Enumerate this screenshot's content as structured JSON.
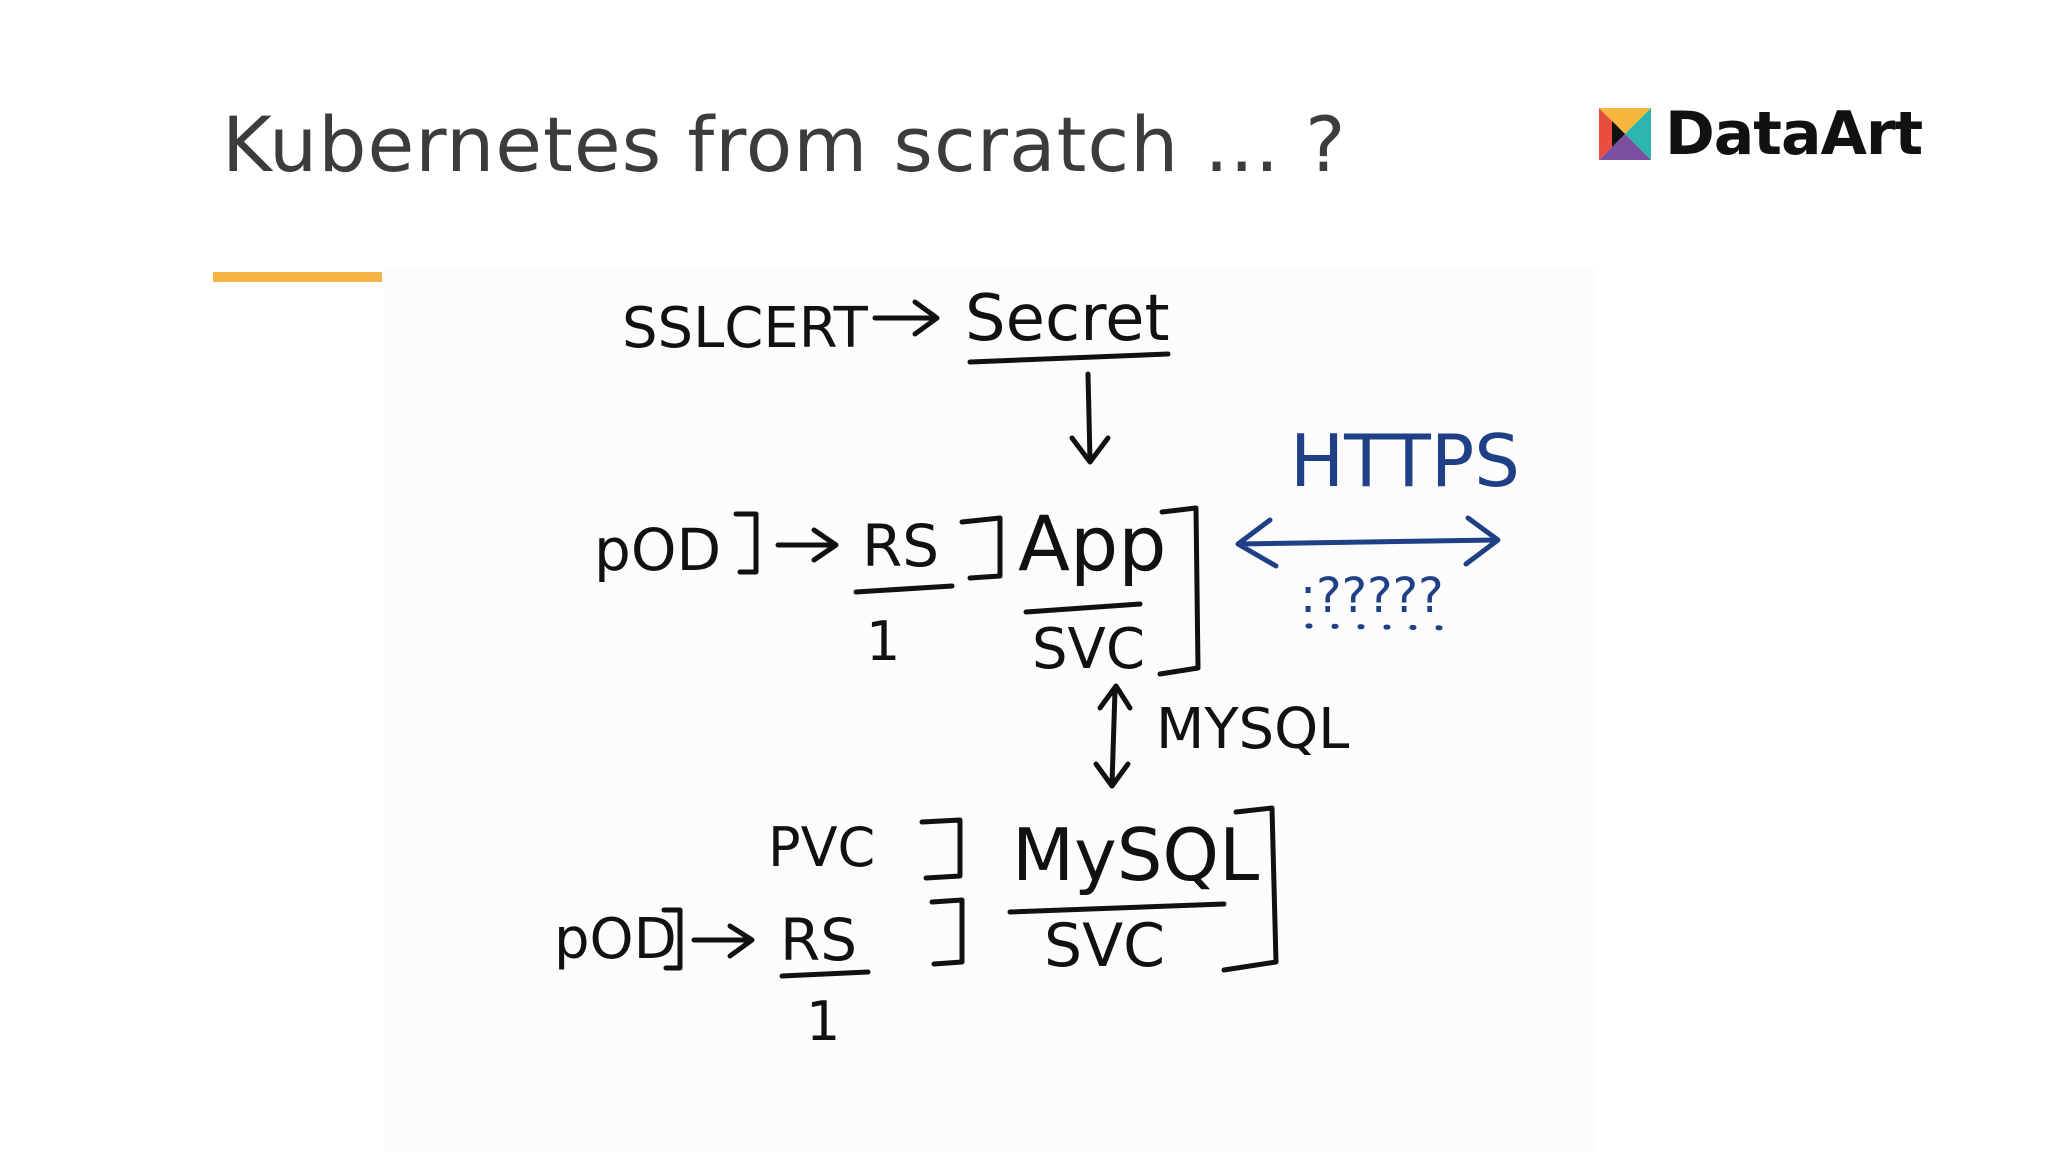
{
  "slide": {
    "title": "Kubernetes from scratch ... ?"
  },
  "brand": {
    "name": "DataArt",
    "colors": {
      "accent_rule": "#f5b443",
      "ink": "#111111",
      "blue_ink": "#1f3f86"
    }
  },
  "diagram": {
    "sslcert": "SSLCERT",
    "secret": "Secret",
    "app": {
      "pod": "pOD",
      "rs": "RS",
      "rs_count": "1",
      "name": "App",
      "svc": "SVC"
    },
    "https": "HTTPS",
    "port_unknown": ":?????",
    "mysql_link": "MYSQL",
    "db": {
      "pvc": "PVC",
      "pod": "pOD",
      "rs": "RS",
      "rs_count": "1",
      "name": "MySQL",
      "svc": "SVC"
    }
  }
}
